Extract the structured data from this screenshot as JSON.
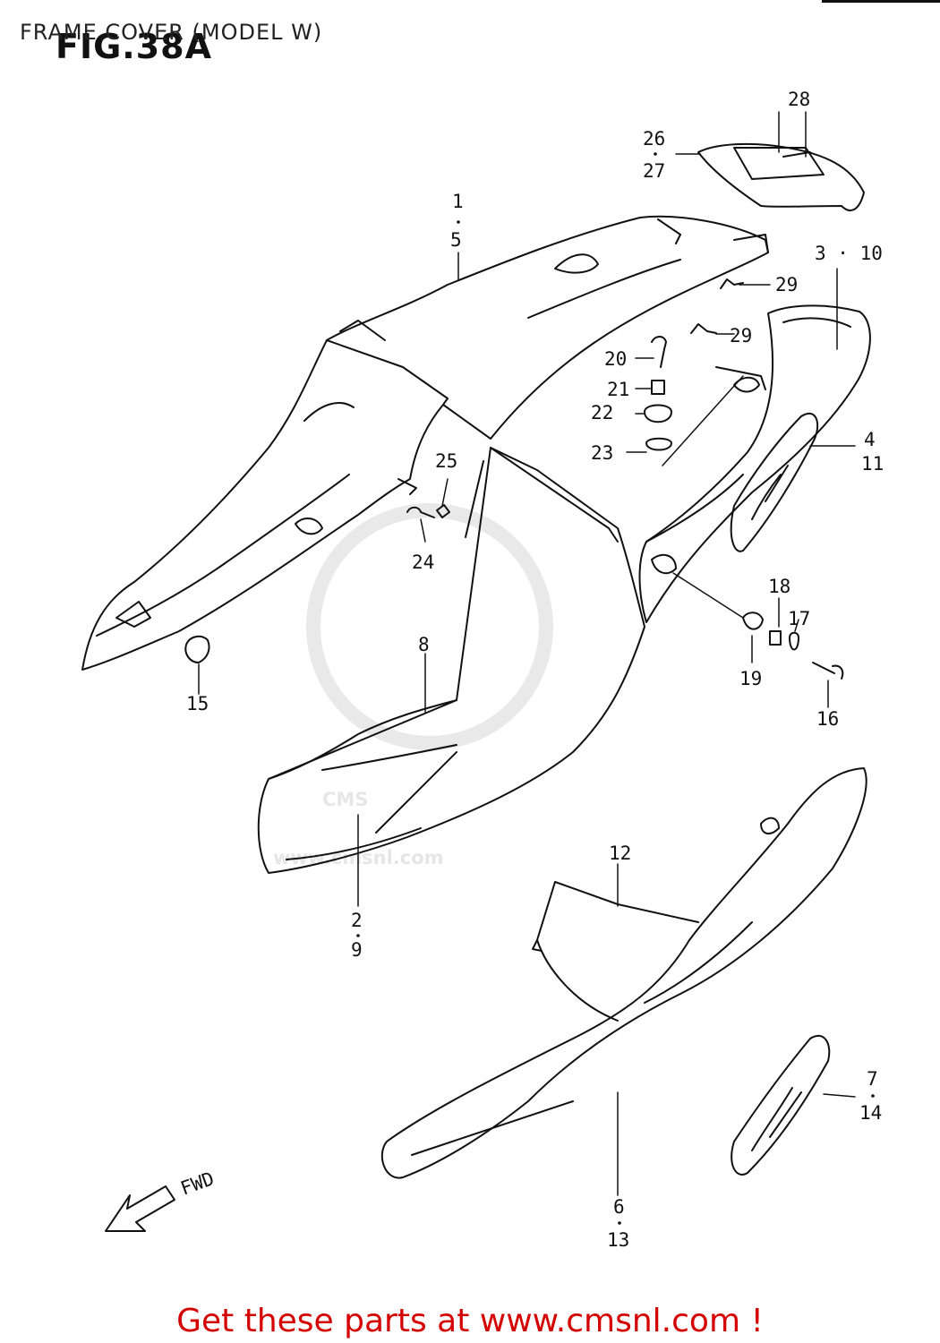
{
  "header": {
    "title": "FRAME COVER (MODEL W)",
    "figure": "FIG.38A"
  },
  "watermark": {
    "brand": "CMS",
    "url": "www.cmsnl.com"
  },
  "direction_marker": "FWD",
  "callouts": {
    "c1_5": [
      "1",
      "5"
    ],
    "c2_9": [
      "2",
      "9"
    ],
    "c3_10": "3 · 10",
    "c4_11": [
      "4",
      "11"
    ],
    "c6_13": [
      "6",
      "13"
    ],
    "c7_14": [
      "7",
      "14"
    ],
    "c8": "8",
    "c12": "12",
    "c15": "15",
    "c16": "16",
    "c17": "17",
    "c18": "18",
    "c19": "19",
    "c20": "20",
    "c21": "21",
    "c22": "22",
    "c23": "23",
    "c24": "24",
    "c25": "25",
    "c26_27": [
      "26",
      "27"
    ],
    "c28": "28",
    "c29a": "29",
    "c29b": "29"
  },
  "footer": {
    "text": "Get these parts at www.cmsnl.com !"
  },
  "colors": {
    "line": "#111111",
    "footer_text": "#d40000",
    "watermark": "#e6e6e6"
  }
}
